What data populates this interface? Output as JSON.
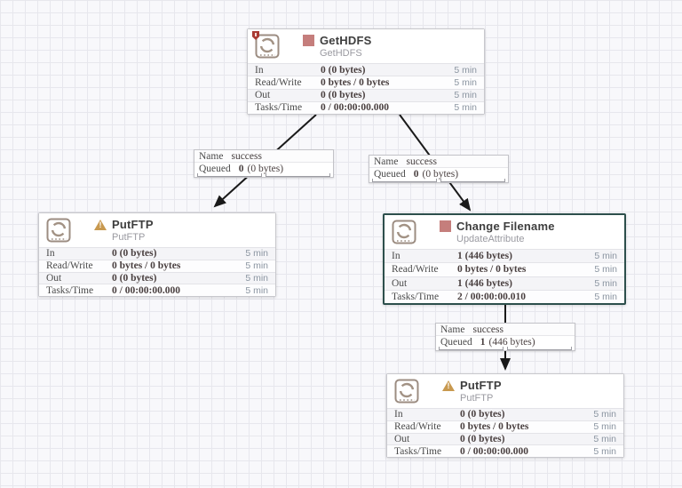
{
  "appearance": {
    "canvas_bg": "#f8f8fb",
    "grid_line": "#e7e7ed",
    "selection_border": "#2d4f4c",
    "stopped_square": "#c57e7c",
    "warning_triangle": "#c8994f",
    "restricted_shield": "#a93a33",
    "processor_icon": "#9c8d82",
    "connection_line": "#1a1a1a"
  },
  "processors": [
    {
      "name": "GetHDFS",
      "type": "GetHDFS",
      "status": "stopped",
      "stats": [
        {
          "label": "In",
          "value": "0 (0 bytes)",
          "window": "5 min"
        },
        {
          "label": "Read/Write",
          "value": "0 bytes / 0 bytes",
          "window": "5 min"
        },
        {
          "label": "Out",
          "value": "0 (0 bytes)",
          "window": "5 min"
        },
        {
          "label": "Tasks/Time",
          "value": "0 / 00:00:00.000",
          "window": "5 min"
        }
      ]
    },
    {
      "name": "PutFTP",
      "type": "PutFTP",
      "status": "warning",
      "stats": [
        {
          "label": "In",
          "value": "0 (0 bytes)",
          "window": "5 min"
        },
        {
          "label": "Read/Write",
          "value": "0 bytes / 0 bytes",
          "window": "5 min"
        },
        {
          "label": "Out",
          "value": "0 (0 bytes)",
          "window": "5 min"
        },
        {
          "label": "Tasks/Time",
          "value": "0 / 00:00:00.000",
          "window": "5 min"
        }
      ]
    },
    {
      "name": "Change Filename",
      "type": "UpdateAttribute",
      "status": "stopped",
      "stats": [
        {
          "label": "In",
          "value": "1 (446 bytes)",
          "window": "5 min"
        },
        {
          "label": "Read/Write",
          "value": "0 bytes / 0 bytes",
          "window": "5 min"
        },
        {
          "label": "Out",
          "value": "1 (446 bytes)",
          "window": "5 min"
        },
        {
          "label": "Tasks/Time",
          "value": "2 / 00:00:00.010",
          "window": "5 min"
        }
      ]
    },
    {
      "name": "PutFTP",
      "type": "PutFTP",
      "status": "warning",
      "stats": [
        {
          "label": "In",
          "value": "0 (0 bytes)",
          "window": "5 min"
        },
        {
          "label": "Read/Write",
          "value": "0 bytes / 0 bytes",
          "window": "5 min"
        },
        {
          "label": "Out",
          "value": "0 (0 bytes)",
          "window": "5 min"
        },
        {
          "label": "Tasks/Time",
          "value": "0 / 00:00:00.000",
          "window": "5 min"
        }
      ]
    }
  ],
  "connections": [
    {
      "name_label": "Name",
      "name_value": "success",
      "queued_label": "Queued",
      "queued_count": "0",
      "queued_size": "(0 bytes)"
    },
    {
      "name_label": "Name",
      "name_value": "success",
      "queued_label": "Queued",
      "queued_count": "0",
      "queued_size": "(0 bytes)"
    },
    {
      "name_label": "Name",
      "name_value": "success",
      "queued_label": "Queued",
      "queued_count": "1",
      "queued_size": "(446 bytes)"
    }
  ]
}
